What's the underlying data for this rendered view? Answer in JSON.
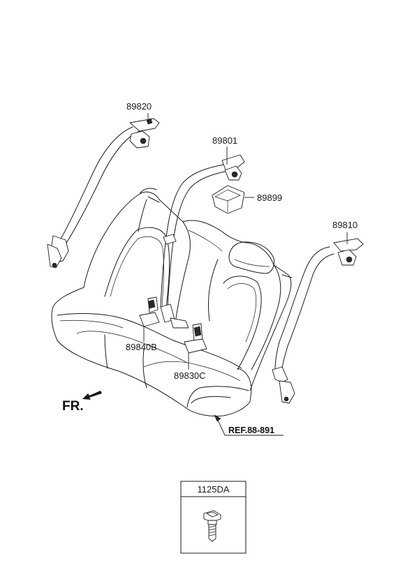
{
  "parts": {
    "rear_belt_left": "89820",
    "center_belt": "89801",
    "cover": "89899",
    "rear_belt_right": "89810",
    "buckle_left": "89840B",
    "buckle_right": "89830C"
  },
  "reference": "REF.88-891",
  "direction": "FR.",
  "fastener": {
    "code": "1125DA",
    "icon": "bolt-icon"
  }
}
